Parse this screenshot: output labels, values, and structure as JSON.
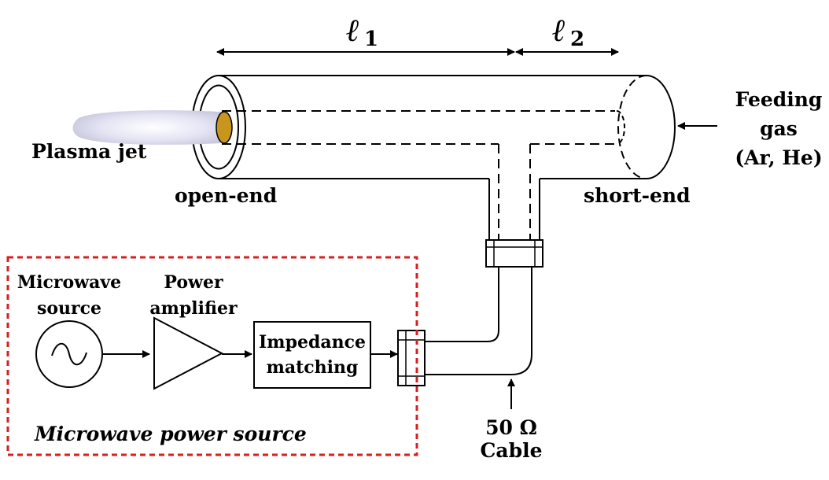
{
  "dimensions": {
    "l1_symbol": "ℓ",
    "l1_subscript": "1",
    "l2_symbol": "ℓ",
    "l2_subscript": "2"
  },
  "labels": {
    "feeding_gas_line1": "Feeding",
    "feeding_gas_line2": "gas",
    "feeding_gas_line3": "(Ar, He)",
    "plasma_jet": "Plasma jet",
    "open_end": "open-end",
    "short_end": "short-end",
    "cable_line1": "50 Ω",
    "cable_line2": "Cable"
  },
  "power_source": {
    "title": "Microwave power source",
    "microwave_source_line1": "Microwave",
    "microwave_source_line2": "source",
    "power_amplifier_line1": "Power",
    "power_amplifier_line2": "amplifier",
    "impedance_matching_line1": "Impedance",
    "impedance_matching_line2": "matching"
  },
  "colors": {
    "dashed_box": "#d62020",
    "plasma_jet": "#dcdcf0",
    "gas_nozzle": "#c8961e"
  }
}
